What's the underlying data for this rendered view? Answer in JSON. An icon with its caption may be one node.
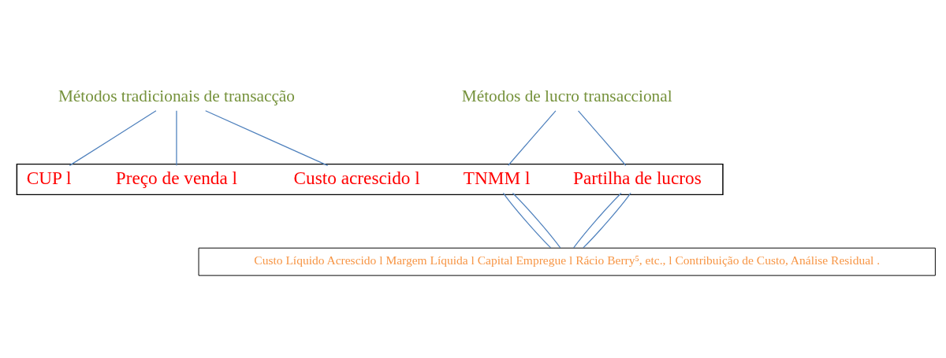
{
  "diagram": {
    "nodes": [
      {
        "text": [
          "Métodos tradicionais de transacção"
        ]
      },
      {
        "text": [
          "Métodos de lucro transaccional"
        ]
      },
      {
        "text": [],
        "shape": "box"
      },
      {
        "text": [
          "CUP l"
        ],
        "in": 2
      },
      {
        "text": [
          "Preço de venda l"
        ],
        "in": 2
      },
      {
        "text": [
          "Custo acrescido l"
        ],
        "in": 2
      },
      {
        "text": [
          "TNMM l"
        ],
        "in": 2
      },
      {
        "text": [
          "Partilha de lucros"
        ],
        "in": 2
      },
      {
        "text": [
          "Custo Líquido Acrescido l Margem Líquida l Capital Empregue l Rácio Berry⁵, etc., l Contribuição de Custo, Análise Residual ."
        ]
      }
    ],
    "edges": [
      {
        "from": 0,
        "to": 3,
        "arrow": "none"
      },
      {
        "from": 0,
        "to": 4,
        "arrow": "none"
      },
      {
        "from": 0,
        "to": 5,
        "arrow": "none"
      },
      {
        "from": 1,
        "to": 6,
        "arrow": "none"
      },
      {
        "from": 1,
        "to": 7,
        "arrow": "none"
      },
      {
        "from": 6,
        "to": 8,
        "arrow": "none"
      },
      {
        "from": 6,
        "to": 8,
        "arrow": "none"
      },
      {
        "from": 7,
        "to": 8,
        "arrow": "none"
      },
      {
        "from": 7,
        "to": 8,
        "arrow": "none"
      }
    ]
  }
}
